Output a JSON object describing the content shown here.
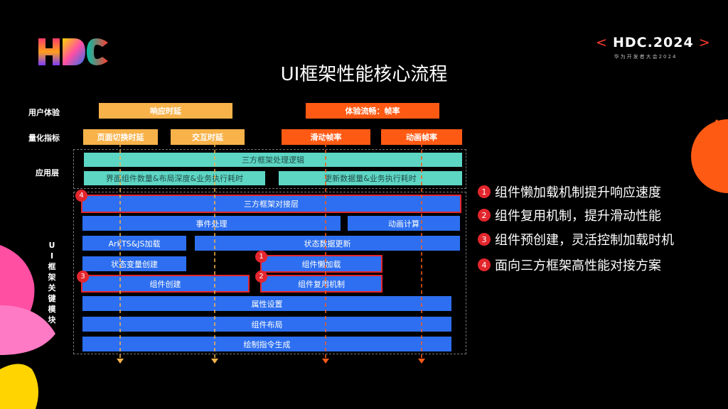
{
  "logo": {
    "name": "HDC"
  },
  "event": {
    "brand": "HDC",
    "dot": ".",
    "year": "2024",
    "subtitle": "华为开发者大会2024"
  },
  "title": "UI框架性能核心流程",
  "labels": {
    "user_experience": "用户体验",
    "metrics": "量化指标",
    "app_layer": "应用层",
    "ui_framework": [
      "U",
      "I",
      "框",
      "架",
      "关",
      "键",
      "模",
      "块"
    ]
  },
  "top": {
    "response": "响应时延",
    "smooth": "体验流畅：帧率",
    "page_switch": "页面切换时延",
    "interaction": "交互时延",
    "scroll_fps": "滑动帧率",
    "anim_fps": "动画帧率"
  },
  "app": {
    "third_party_logic": "三方框架处理逻辑",
    "component_cost": "界面组件数量&布局深度&业务执行耗时",
    "update_cost": "更新数据量&业务执行耗时"
  },
  "modules": {
    "third_party_adapter": "三方框架对接层",
    "event_handling": "事件处理",
    "anim_calc": "动画计算",
    "arkts_load": "ArkTS&JS加载",
    "state_update": "状态数据更新",
    "state_var_create": "状态变量创建",
    "lazy_load": "组件懒加载",
    "component_create": "组件创建",
    "component_reuse": "组件复用机制",
    "attr_set": "属性设置",
    "layout": "组件布局",
    "draw_cmd": "绘制指令生成"
  },
  "badges": {
    "b4": "4",
    "b1": "1",
    "b3": "3",
    "b2": "2"
  },
  "list": [
    {
      "num": "1",
      "text": "组件懒加载机制提升响应速度"
    },
    {
      "num": "2",
      "text": "组件复用机制，提升滑动性能"
    },
    {
      "num": "3",
      "text": "组件预创建，灵活控制加载时机"
    },
    {
      "num": "4",
      "text": "面向三方框架高性能对接方案"
    }
  ],
  "colors": {
    "background": "#000000",
    "orange_light": "#f8b24a",
    "orange_dark": "#ff5a14",
    "teal": "#5dd6c4",
    "blue": "#2d6ff0",
    "highlight_red": "#e3262d"
  }
}
